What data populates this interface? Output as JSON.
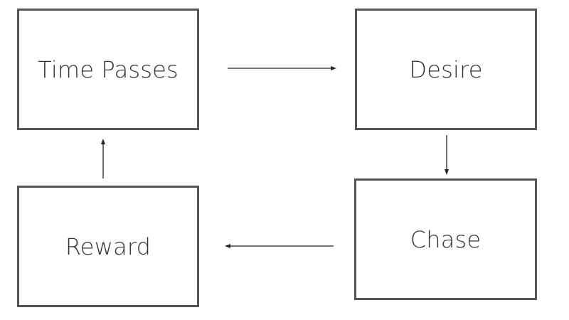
{
  "diagram": {
    "nodes": {
      "time_passes": "Time Passes",
      "desire": "Desire",
      "chase": "Chase",
      "reward": "Reward"
    },
    "colors": {
      "box_border": "#555555",
      "text": "#333333",
      "arrow": "#222222",
      "background": "#ffffff"
    }
  }
}
